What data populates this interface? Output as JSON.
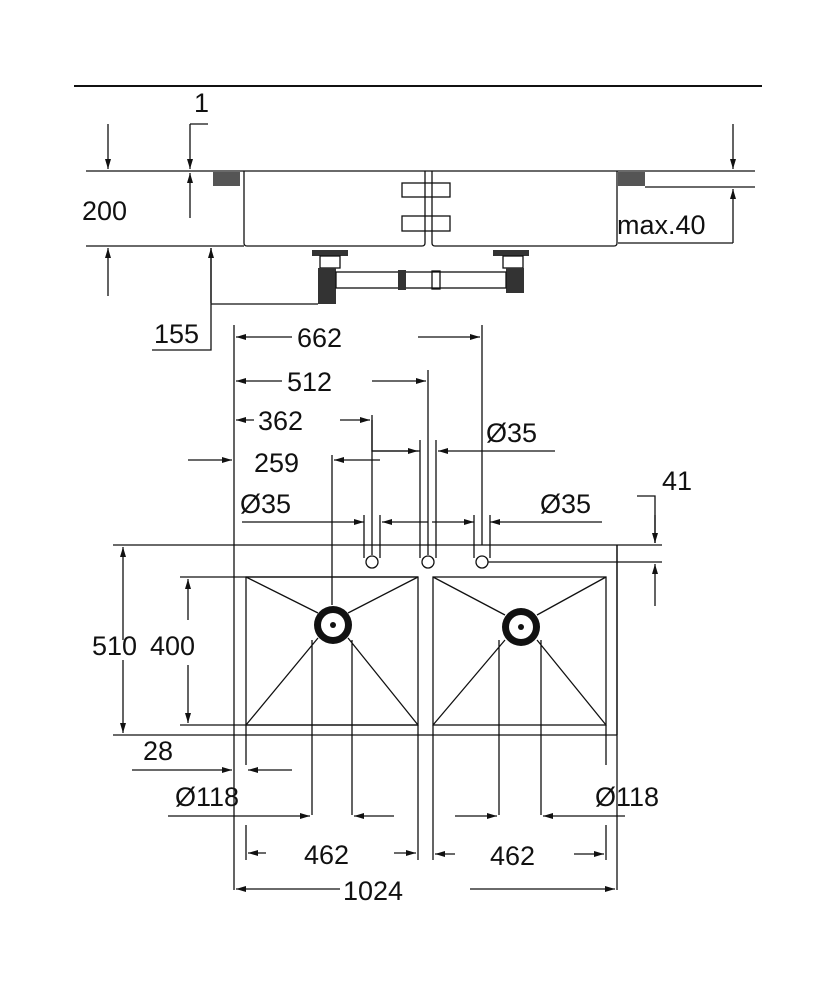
{
  "labels": {
    "lip": "1",
    "depth": "200",
    "max_counter": "max.40",
    "drain_height": "155",
    "d662": "662",
    "d512": "512",
    "d362": "362",
    "d259": "259",
    "hole_right_top": "Ø35",
    "hole_left": "Ø35",
    "hole_right": "Ø35",
    "d41": "41",
    "d510": "510",
    "d400": "400",
    "d28": "28",
    "drain_left": "Ø118",
    "drain_right": "Ø118",
    "bowl_left": "462",
    "bowl_right": "462",
    "total": "1024"
  }
}
